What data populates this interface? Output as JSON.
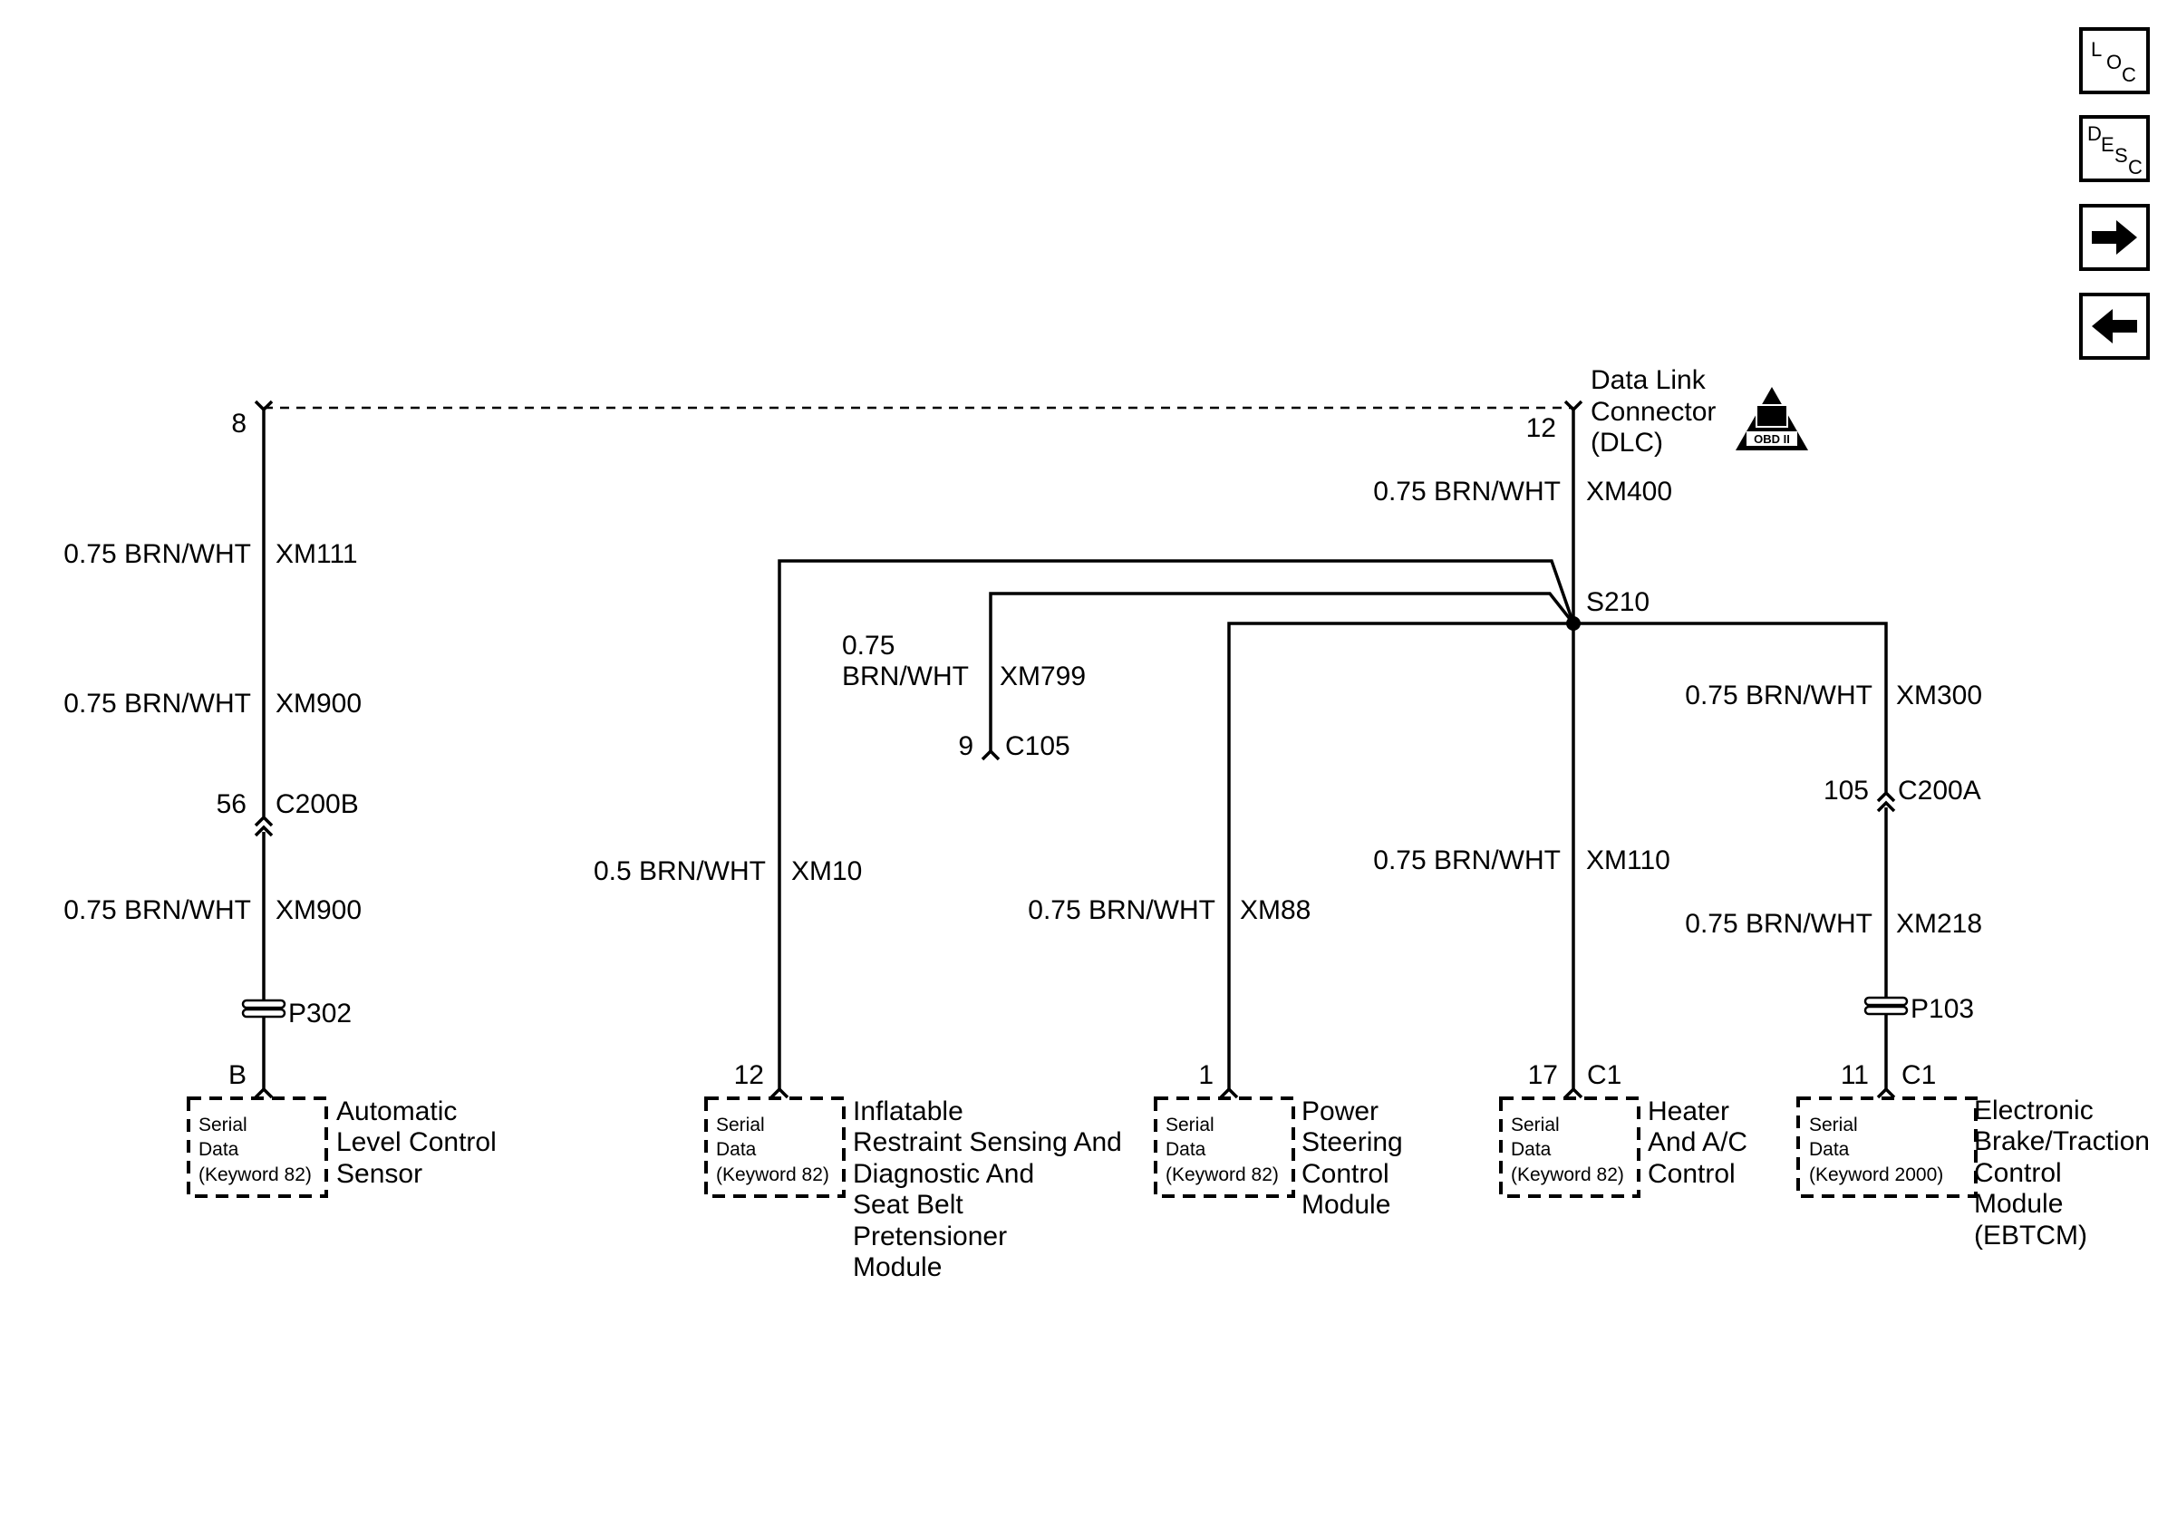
{
  "nav": {
    "loc": {
      "a": "L",
      "b": "O",
      "c": "C"
    },
    "desc": {
      "a": "D",
      "b": "E",
      "c": "S",
      "d": "C"
    },
    "forward_icon": "right-arrow-icon",
    "back_icon": "left-arrow-icon"
  },
  "dlc": {
    "line1": "Data Link",
    "line2": "Connector",
    "line3": "(DLC)",
    "pin_left": "8",
    "pin_right": "12",
    "obd_symbol": "II",
    "obd_text": "OBD II"
  },
  "splice": {
    "name": "S210"
  },
  "wires": {
    "xm400": {
      "gauge": "0.75 BRN/WHT",
      "circuit": "XM400"
    },
    "xm111": {
      "gauge": "0.75 BRN/WHT",
      "circuit": "XM111"
    },
    "xm900_upper": {
      "gauge": "0.75 BRN/WHT",
      "circuit": "XM900"
    },
    "xm900_lower": {
      "gauge": "0.75 BRN/WHT",
      "circuit": "XM900"
    },
    "xm799": {
      "gauge_line1": "0.75",
      "gauge_line2": "BRN/WHT",
      "circuit": "XM799"
    },
    "xm10": {
      "gauge": "0.5 BRN/WHT",
      "circuit": "XM10"
    },
    "xm88": {
      "gauge": "0.75 BRN/WHT",
      "circuit": "XM88"
    },
    "xm110": {
      "gauge": "0.75 BRN/WHT",
      "circuit": "XM110"
    },
    "xm300": {
      "gauge": "0.75 BRN/WHT",
      "circuit": "XM300"
    },
    "xm218": {
      "gauge": "0.75 BRN/WHT",
      "circuit": "XM218"
    }
  },
  "connectors": {
    "c200b": {
      "pin": "56",
      "name": "C200B"
    },
    "c105": {
      "pin": "9",
      "name": "C105"
    },
    "c200a": {
      "pin": "105",
      "name": "C200A"
    },
    "p302": {
      "name": "P302"
    },
    "p103": {
      "name": "P103"
    }
  },
  "modules": {
    "alc": {
      "pin": "B",
      "serial": [
        "Serial",
        "Data",
        "(Keyword 82)"
      ],
      "name": [
        "Automatic",
        "Level Control",
        "Sensor"
      ]
    },
    "sdm": {
      "pin": "12",
      "serial": [
        "Serial",
        "Data",
        "(Keyword 82)"
      ],
      "name": [
        "Inflatable",
        "Restraint Sensing And",
        "Diagnostic And",
        "Seat Belt",
        "Pretensioner",
        "Module"
      ]
    },
    "pscm": {
      "pin": "1",
      "serial": [
        "Serial",
        "Data",
        "(Keyword 82)"
      ],
      "name": [
        "Power",
        "Steering",
        "Control",
        "Module"
      ]
    },
    "hvac": {
      "pin": "17",
      "connector": "C1",
      "serial": [
        "Serial",
        "Data",
        "(Keyword 82)"
      ],
      "name": [
        "Heater",
        "And A/C",
        "Control"
      ]
    },
    "ebtcm": {
      "pin": "11",
      "connector": "C1",
      "serial": [
        "Serial",
        "Data",
        "(Keyword 2000)"
      ],
      "name": [
        "Electronic",
        "Brake/Traction",
        "Control",
        "Module",
        "(EBTCM)"
      ]
    }
  }
}
